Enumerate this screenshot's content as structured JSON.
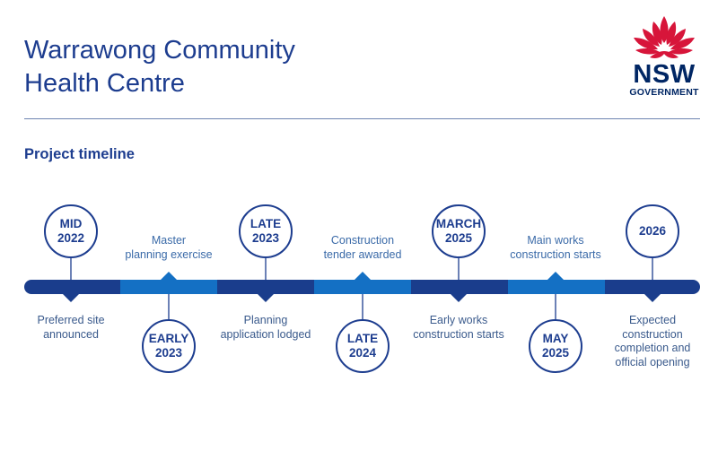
{
  "header": {
    "title_line1": "Warrawong Community",
    "title_line2": "Health Centre",
    "subtitle": "Project timeline"
  },
  "logo": {
    "wordmark": "NSW",
    "sub": "GOVERNMENT",
    "icon": "waratah-icon",
    "color_red": "#d7153a",
    "color_navy": "#002664"
  },
  "colors": {
    "navy": "#1d3d8f",
    "dark_segment": "#1a3d8c",
    "light_segment": "#1470c4",
    "caption": "#3a5a8c"
  },
  "milestones": [
    {
      "date": "MID\n2022",
      "caption": "Preferred site\nannounced"
    },
    {
      "date": "EARLY\n2023",
      "caption": "Master\nplanning exercise"
    },
    {
      "date": "LATE\n2023",
      "caption": "Planning\napplication lodged"
    },
    {
      "date": "LATE\n2024",
      "caption": "Construction\ntender awarded"
    },
    {
      "date": "MARCH\n2025",
      "caption": "Early works\nconstruction starts"
    },
    {
      "date": "MAY\n2025",
      "caption": "Main works\nconstruction starts"
    },
    {
      "date": "2026",
      "caption": "Expected\nconstruction\ncompletion and\nofficial opening"
    }
  ]
}
